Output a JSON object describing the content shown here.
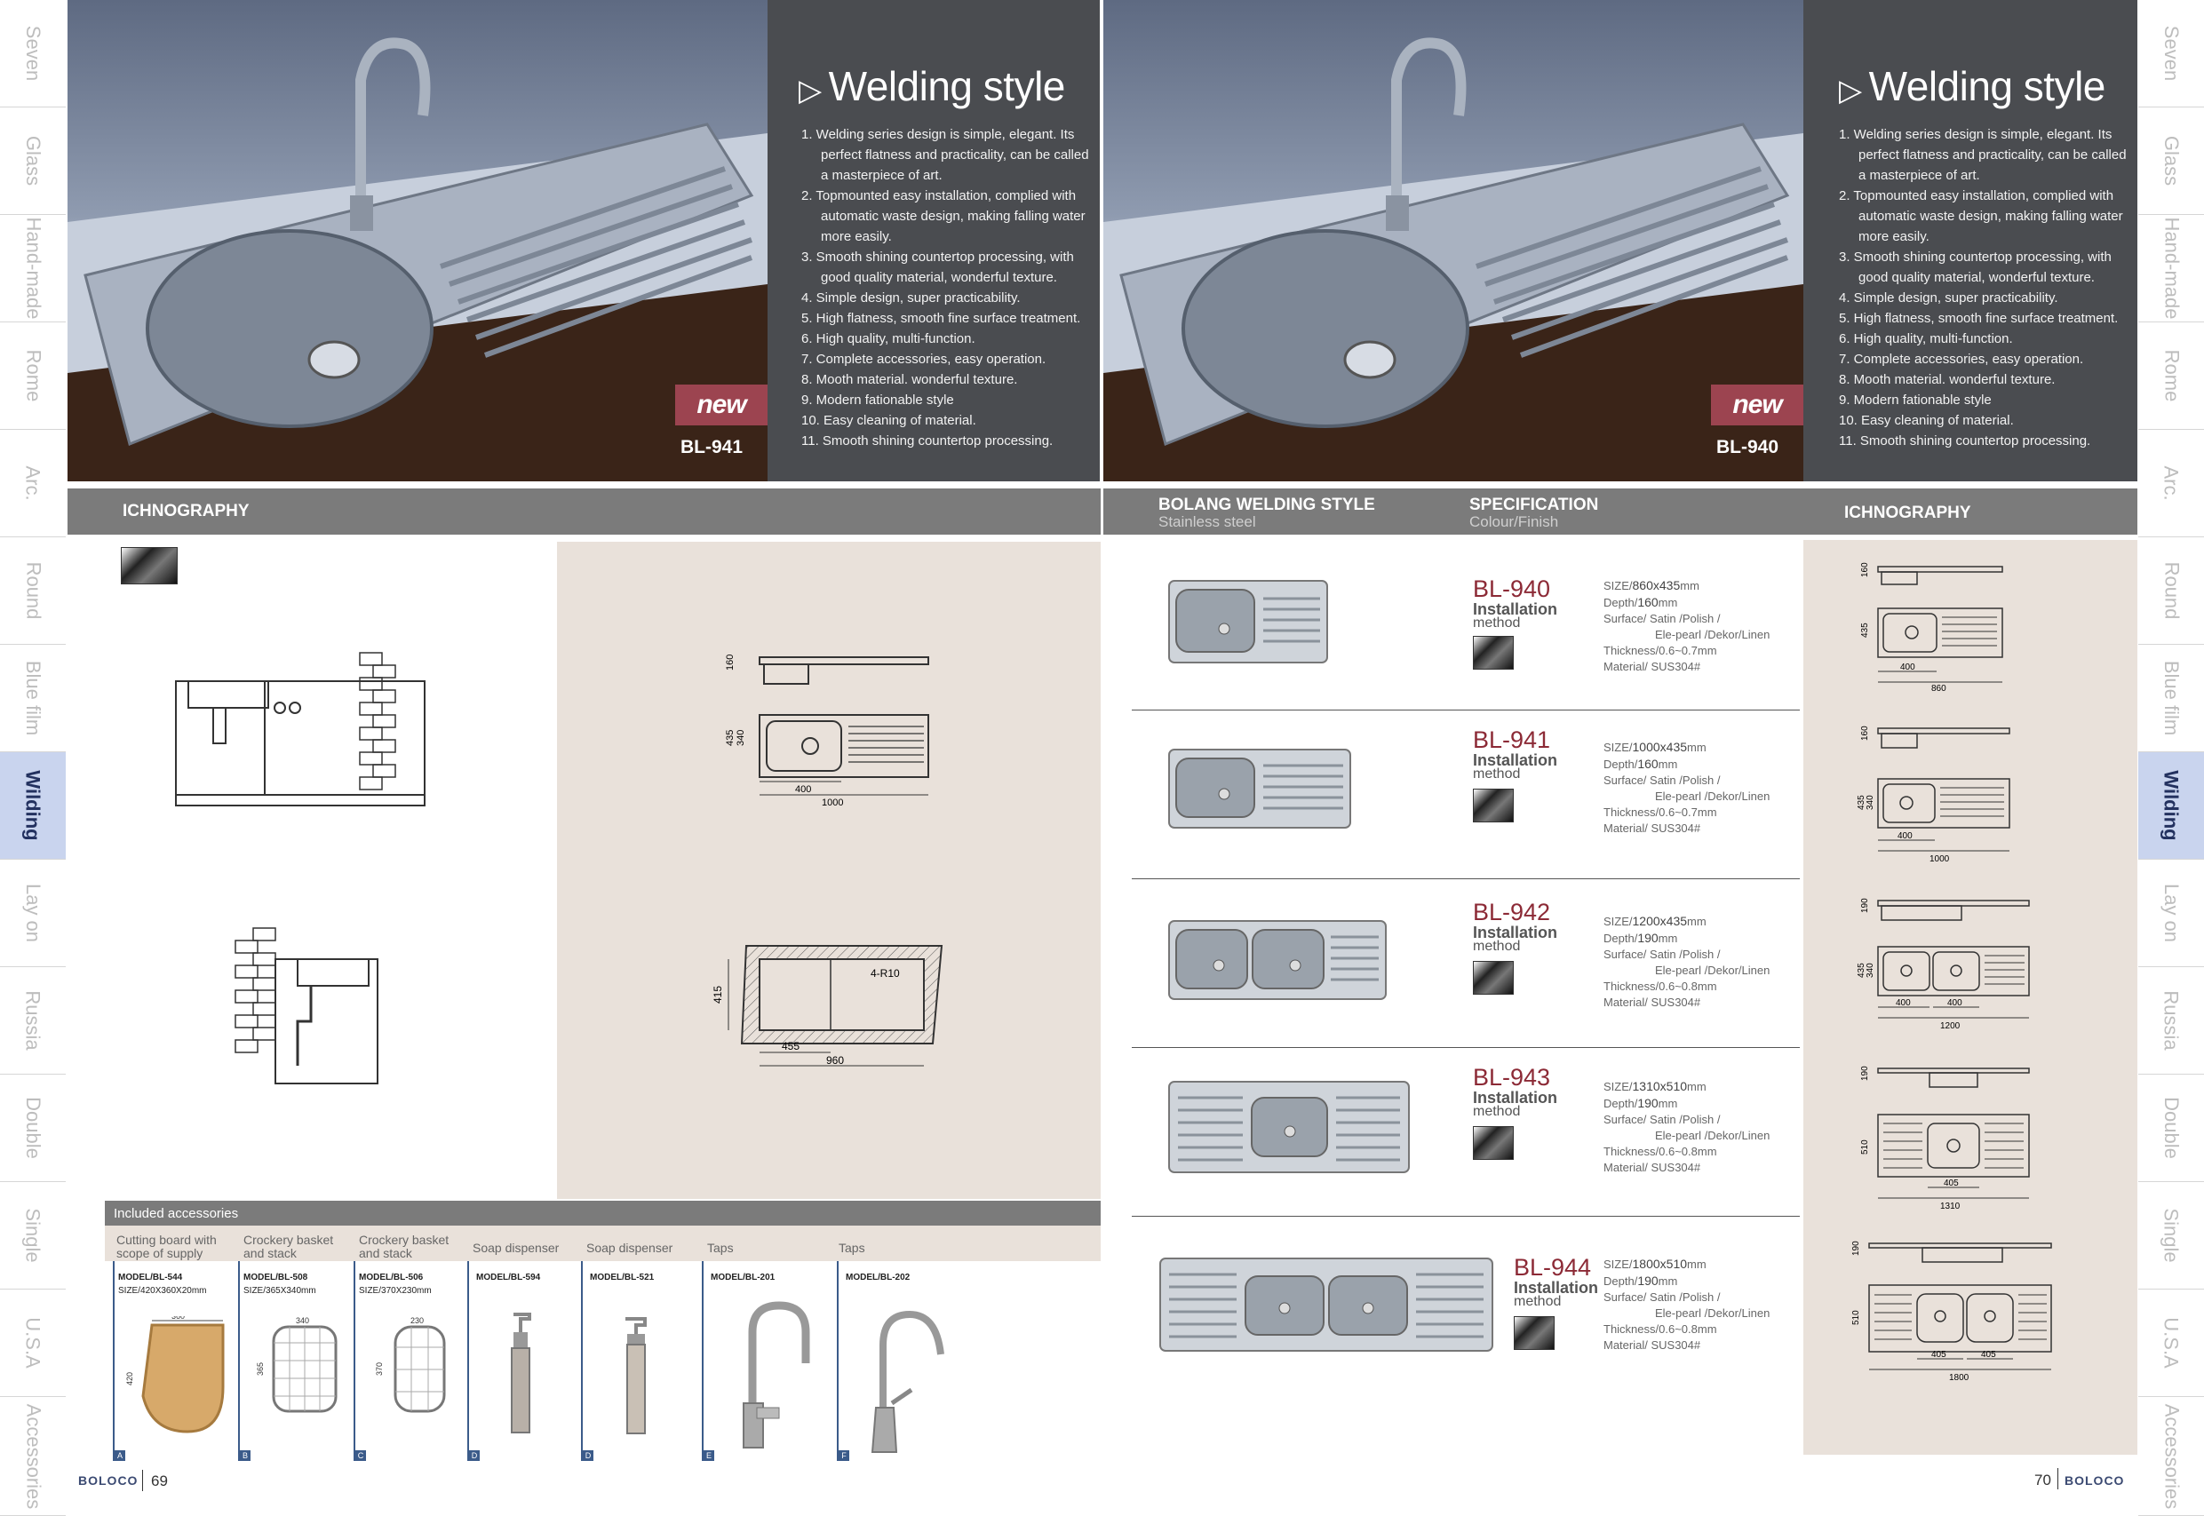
{
  "side_tabs": [
    "Seven",
    "Glass",
    "Hand-made",
    "Rome",
    "Arc.",
    "Round",
    "Blue film",
    "Wilding",
    "Lay on",
    "Russia",
    "Double",
    "Single",
    "U.S.A",
    "Accessories"
  ],
  "side_tab_active": "Wilding",
  "hero": {
    "title": "Welding style",
    "new_label": "new",
    "left_model": "BL-941",
    "right_model": "BL-940",
    "features": [
      "1. Welding series design is simple, elegant. Its perfect flatness and practicality, can be called a masterpiece of art.",
      "2. Topmounted easy installation, complied with automatic waste design, making falling water more easily.",
      "3. Smooth shining countertop processing, with good quality material, wonderful texture.",
      "4. Simple design, super practicability.",
      "5. High flatness, smooth fine surface treatment.",
      "6. High quality, multi-function.",
      "7. Complete accessories, easy operation.",
      "8. Mooth material. wonderful texture.",
      "9. Modern fationable style",
      "10. Easy cleaning of material.",
      "11. Smooth shining countertop processing."
    ]
  },
  "left_page": {
    "section_title": "ICHNOGRAPHY",
    "dimensions": {
      "d160": "160",
      "d435": "435",
      "d340": "340",
      "d400": "400",
      "d1000": "1000",
      "d415": "415",
      "d455": "455",
      "d960": "960",
      "r10": "4-R10"
    },
    "accessories": {
      "bar_title": "Included accessories",
      "items": [
        {
          "title": "Cutting board with scope of supply",
          "model": "MODEL/BL-544",
          "size": "SIZE/420X360X20mm",
          "dims": [
            "360",
            "420"
          ],
          "letter": "A"
        },
        {
          "title": "Crockery basket and stack",
          "model": "MODEL/BL-508",
          "size": "SIZE/365X340mm",
          "dims": [
            "340",
            "365"
          ],
          "letter": "B"
        },
        {
          "title": "Crockery basket and stack",
          "model": "MODEL/BL-506",
          "size": "SIZE/370X230mm",
          "dims": [
            "230",
            "370"
          ],
          "letter": "C"
        },
        {
          "title": "Soap dispenser",
          "model": "MODEL/BL-594",
          "size": "",
          "dims": [],
          "letter": "D"
        },
        {
          "title": "Soap dispenser",
          "model": "MODEL/BL-521",
          "size": "",
          "dims": [],
          "letter": "D"
        },
        {
          "title": "Taps",
          "model": "MODEL/BL-201",
          "size": "",
          "dims": [],
          "letter": "E"
        },
        {
          "title": "Taps",
          "model": "MODEL/BL-202",
          "size": "",
          "dims": [],
          "letter": "F"
        }
      ]
    },
    "brand": "BOLOCO",
    "page_number": "69"
  },
  "right_page": {
    "col1_title": "BOLANG WELDING STYLE",
    "col1_sub": "Stainless steel",
    "col2_title": "SPECIFICATION",
    "col2_sub": "Colour/Finish",
    "col3_title": "ICHNOGRAPHY",
    "install_1": "Installation",
    "install_2": "method",
    "products": [
      {
        "name": "BL-940",
        "size": "860x435",
        "depth": "160",
        "thickness": "0.6~0.7mm",
        "dims": [
          "160",
          "435",
          "400",
          "860"
        ]
      },
      {
        "name": "BL-941",
        "size": "1000x435",
        "depth": "160",
        "thickness": "0.6~0.7mm",
        "dims": [
          "160",
          "435",
          "340",
          "400",
          "1000"
        ]
      },
      {
        "name": "BL-942",
        "size": "1200x435",
        "depth": "190",
        "thickness": "0.6~0.8mm",
        "dims": [
          "190",
          "435",
          "340",
          "400",
          "400",
          "1200"
        ]
      },
      {
        "name": "BL-943",
        "size": "1310x510",
        "depth": "190",
        "thickness": "0.6~0.8mm",
        "dims": [
          "190",
          "510",
          "405",
          "1310"
        ]
      },
      {
        "name": "BL-944",
        "size": "1800x510",
        "depth": "190",
        "thickness": "0.6~0.8mm",
        "dims": [
          "190",
          "510",
          "405",
          "405",
          "1800"
        ]
      }
    ],
    "spec_labels": {
      "size": "SIZE/",
      "mm": "mm",
      "depth": "Depth/",
      "surface": "Surface/ Satin /Polish /",
      "surface2": "Ele-pearl /Dekor/Linen",
      "thickness": "Thickness/",
      "material": "Material/ SUS304#"
    },
    "brand": "BOLOCO",
    "page_number": "70"
  }
}
